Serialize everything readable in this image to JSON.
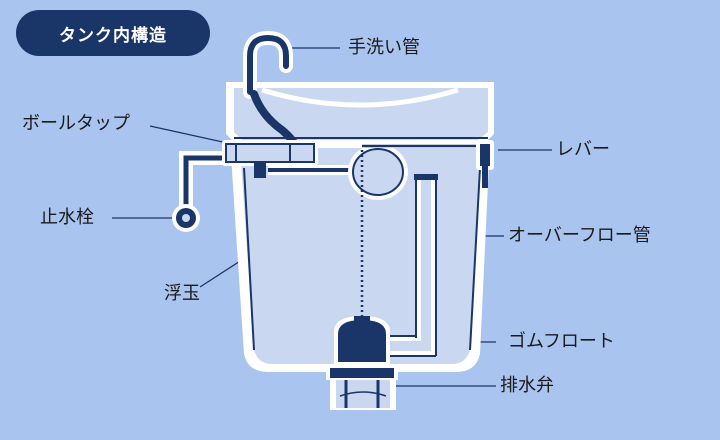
{
  "title": "タンク内構造",
  "labels": {
    "hand_wash_pipe": "手洗い管",
    "ball_tap": "ボールタップ",
    "lever": "レバー",
    "stop_valve": "止水栓",
    "overflow_pipe": "オーバーフロー管",
    "float": "浮玉",
    "rubber_float": "ゴムフロート",
    "drain_valve": "排水弁"
  },
  "colors": {
    "background": "#a9c4ee",
    "tank": "#c9d8f0",
    "navy": "#1a3568",
    "outline": "#ffffff"
  }
}
